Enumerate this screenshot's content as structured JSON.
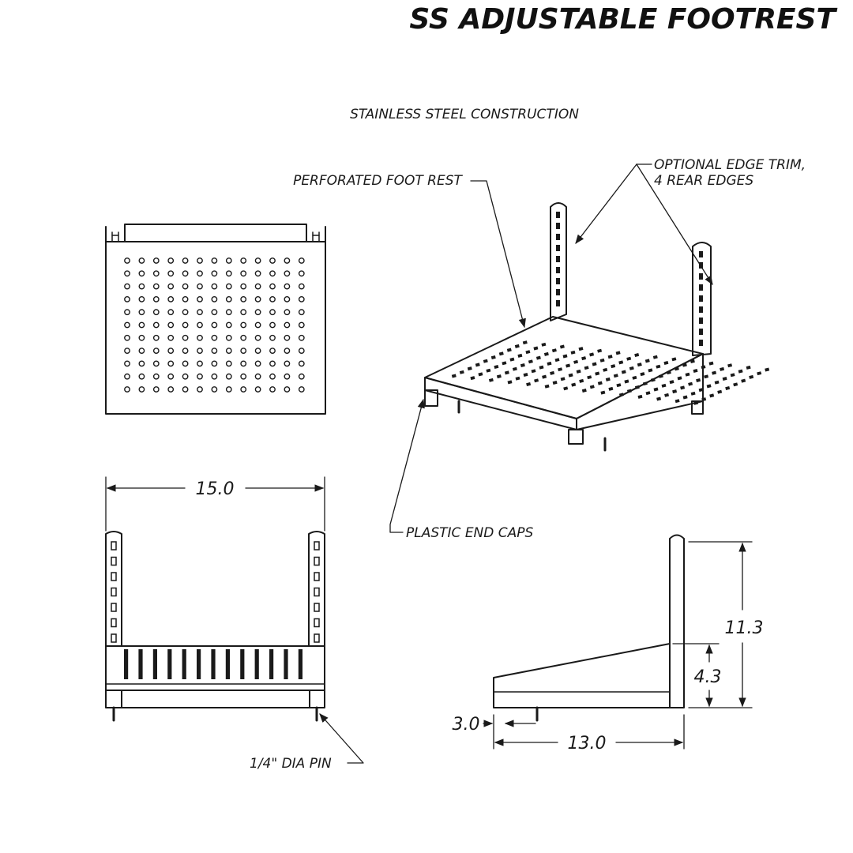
{
  "title": "SS ADJUSTABLE FOOTREST",
  "subtitle": "STAINLESS STEEL CONSTRUCTION",
  "callouts": {
    "perforated": "PERFORATED FOOT REST",
    "edge_trim_line1": "OPTIONAL EDGE TRIM,",
    "edge_trim_line2": "4 REAR EDGES",
    "end_caps": "PLASTIC END CAPS",
    "pin": "1/4\" DIA PIN"
  },
  "dimensions": {
    "width": "15.0",
    "depth": "13.0",
    "height": "11.3",
    "step_height": "4.3",
    "front_rise": "3.0"
  },
  "colors": {
    "ink": "#1a1a1a",
    "paper": "#ffffff"
  }
}
